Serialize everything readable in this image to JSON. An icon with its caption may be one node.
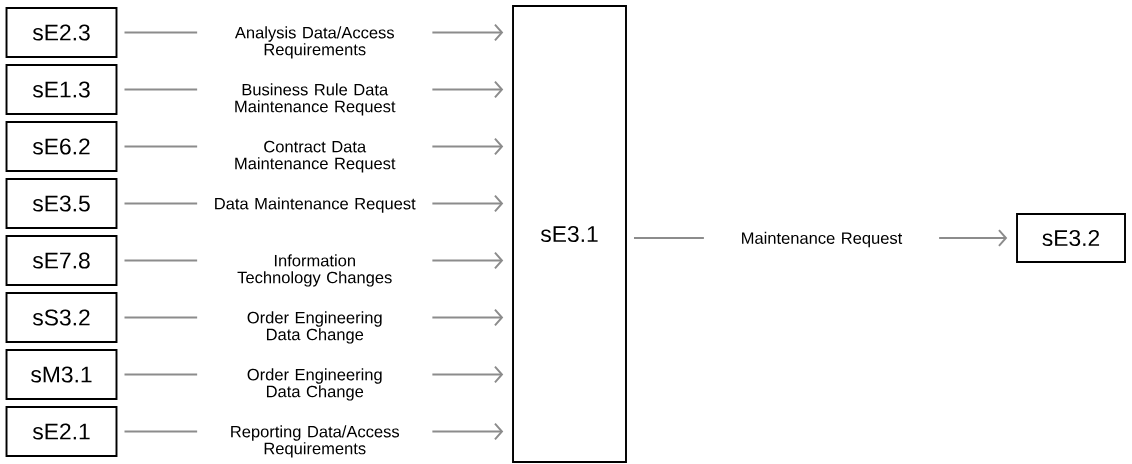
{
  "diagram": {
    "nodes": [
      {
        "text": [
          "sE2.3"
        ]
      },
      {
        "text": [
          "sE1.3"
        ]
      },
      {
        "text": [
          "sE6.2"
        ]
      },
      {
        "text": [
          "sE3.5"
        ]
      },
      {
        "text": [
          "sE7.8"
        ]
      },
      {
        "text": [
          "sS3.2"
        ]
      },
      {
        "text": [
          "sM3.1"
        ]
      },
      {
        "text": [
          "sE2.1"
        ]
      },
      {
        "text": [
          "sE3.1"
        ]
      },
      {
        "text": [
          "sE3.2"
        ]
      }
    ],
    "edges": [
      {
        "from": 0,
        "to": 8,
        "arrow": "to",
        "label": "Analysis Data/Access Requirements"
      },
      {
        "from": 1,
        "to": 8,
        "arrow": "to",
        "label": "Business Rule Data Maintenance Request"
      },
      {
        "from": 2,
        "to": 8,
        "arrow": "to",
        "label": "Contract Data Maintenance Request"
      },
      {
        "from": 3,
        "to": 8,
        "arrow": "to",
        "label": "Data Maintenance Request"
      },
      {
        "from": 4,
        "to": 8,
        "arrow": "to",
        "label": "Information Technology Changes"
      },
      {
        "from": 5,
        "to": 8,
        "arrow": "to",
        "label": "Order Engineering Data Change"
      },
      {
        "from": 6,
        "to": 8,
        "arrow": "to",
        "label": "Order Engineering Data Change"
      },
      {
        "from": 7,
        "to": 8,
        "arrow": "to",
        "label": "Reporting Data/Access Requirements"
      },
      {
        "from": 8,
        "to": 9,
        "arrow": "to",
        "label": "Maintenance Request"
      }
    ]
  }
}
